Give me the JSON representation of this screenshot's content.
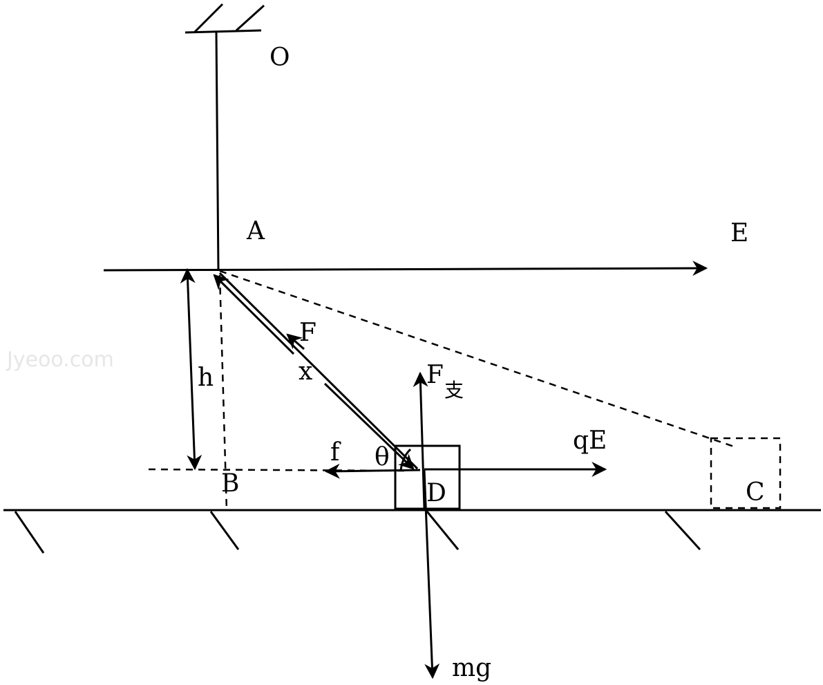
{
  "labels": {
    "point_o": "O",
    "point_a": "A",
    "point_b": "B",
    "point_c": "C",
    "point_d": "D",
    "field_e": "E",
    "height_h": "h",
    "tension_f": "F",
    "displacement_x": "x",
    "angle_theta": "θ",
    "normal_force_main": "F",
    "normal_force_sub": "支",
    "friction_f": "f",
    "electric_force": "qE",
    "gravity": "mg"
  },
  "watermark": "Jyeoo.com",
  "colors": {
    "ink": "#000000",
    "background": "#ffffff",
    "watermark": "#e6e6e6"
  }
}
